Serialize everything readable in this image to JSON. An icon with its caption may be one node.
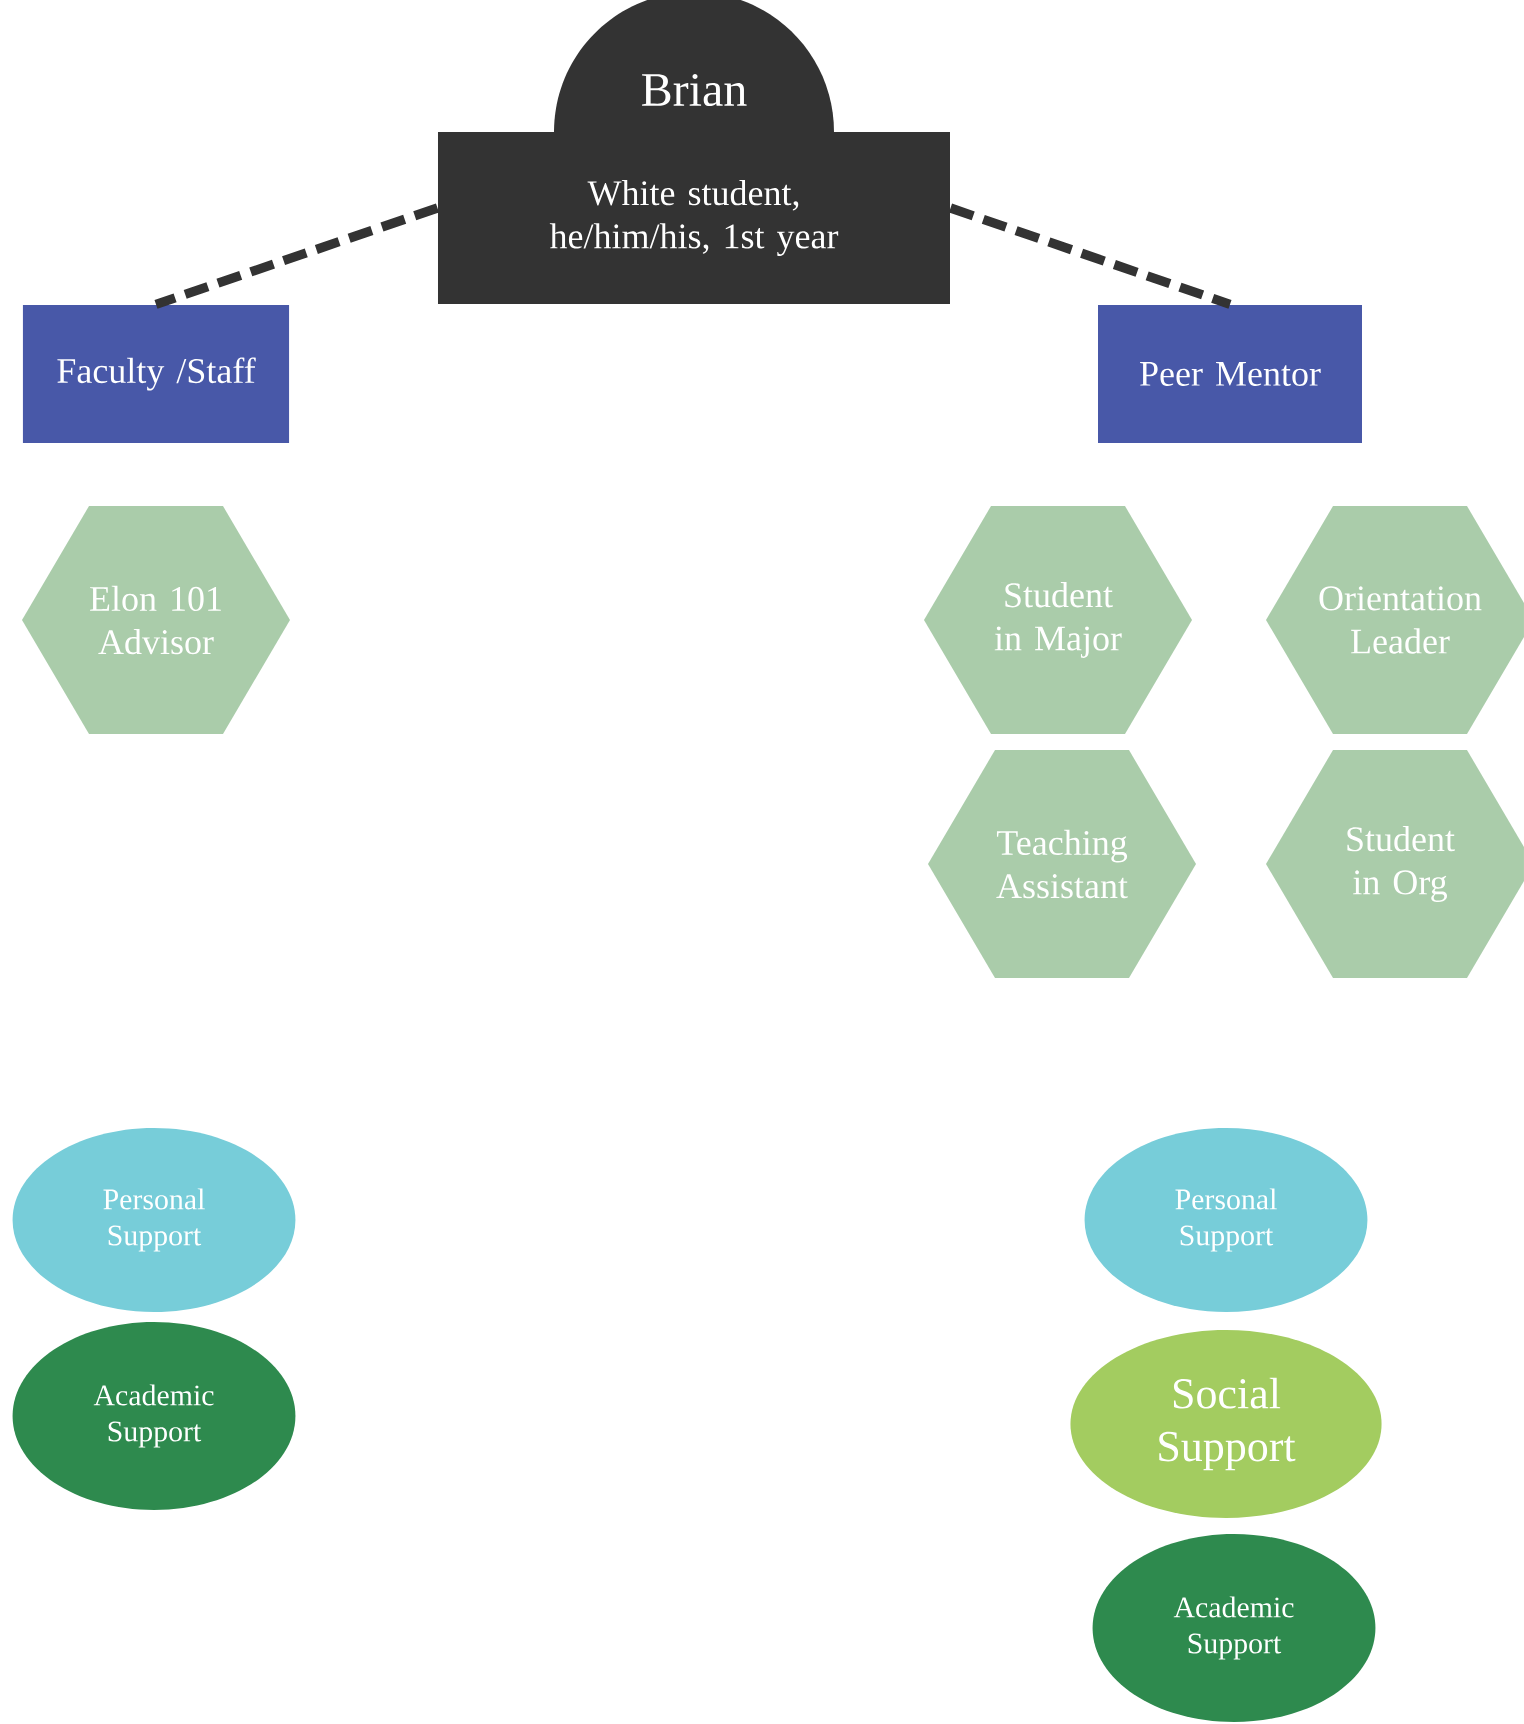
{
  "diagram": {
    "nodes": [
      {
        "text": [
          "Brian",
          "White student, he/him/his, 1st year"
        ]
      },
      {
        "text": [
          "Faculty /Staff"
        ]
      },
      {
        "text": [
          "Peer Mentor"
        ]
      },
      {
        "text": [
          "Elon 101 Advisor"
        ]
      },
      {
        "text": [
          "Student in Major"
        ]
      },
      {
        "text": [
          "Orientation Leader"
        ]
      },
      {
        "text": [
          "Teaching Assistant"
        ]
      },
      {
        "text": [
          "Student in Org"
        ]
      },
      {
        "text": [
          "Personal Support"
        ]
      },
      {
        "text": [
          "Academic Support"
        ]
      },
      {
        "text": [
          "Personal Support"
        ]
      },
      {
        "text": [
          "Social Support"
        ]
      },
      {
        "text": [
          "Academic Support"
        ]
      }
    ],
    "edges": [
      {
        "from": 0,
        "to": 1,
        "arrow": "none",
        "style": "dashed"
      },
      {
        "from": 0,
        "to": 2,
        "arrow": "none",
        "style": "dashed"
      }
    ]
  }
}
